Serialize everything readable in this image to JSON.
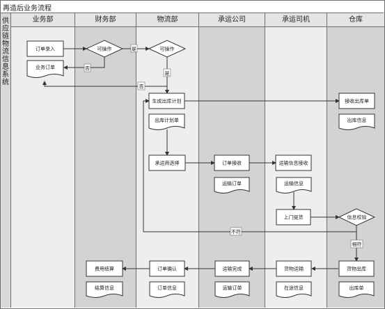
{
  "title": "再造后业务流程",
  "side_label": "供应链物流信息系统",
  "lanes": [
    "业务部",
    "财务部",
    "物流部",
    "承运公司",
    "承运司机",
    "仓库"
  ],
  "nodes": {
    "order_entry": "订单录入",
    "business_order": "业务订单",
    "decision_finance": "可操作",
    "decision_logistics": "可操作",
    "gen_outbound_plan": "生成出库计划",
    "outbound_plan_doc": "出库计划单",
    "carrier_select": "承运商选择",
    "order_receive": "订单接收",
    "transport_order_1": "运输订单",
    "transport_info_receive": "运输信息接收",
    "transport_info": "运输信息",
    "pickup": "上门提货",
    "info_check": "信息校验",
    "receive_outbound": "接收出库单",
    "outbound_info": "出库信息",
    "cargo_out": "货物出库",
    "outbound_doc": "出库单",
    "cargo_transport": "货物运输",
    "in_transit_info": "在途信息",
    "transport_done": "运输完成",
    "transport_order_2": "运输订单",
    "order_confirm": "订单确认",
    "order_info": "订单信息",
    "fee_settle": "费用结算",
    "settle_info": "结算信息"
  },
  "edges": {
    "yes_1": "是",
    "no_1": "否",
    "yes_2": "是",
    "no_2": "否",
    "mismatch": "不符",
    "match": "相符"
  }
}
